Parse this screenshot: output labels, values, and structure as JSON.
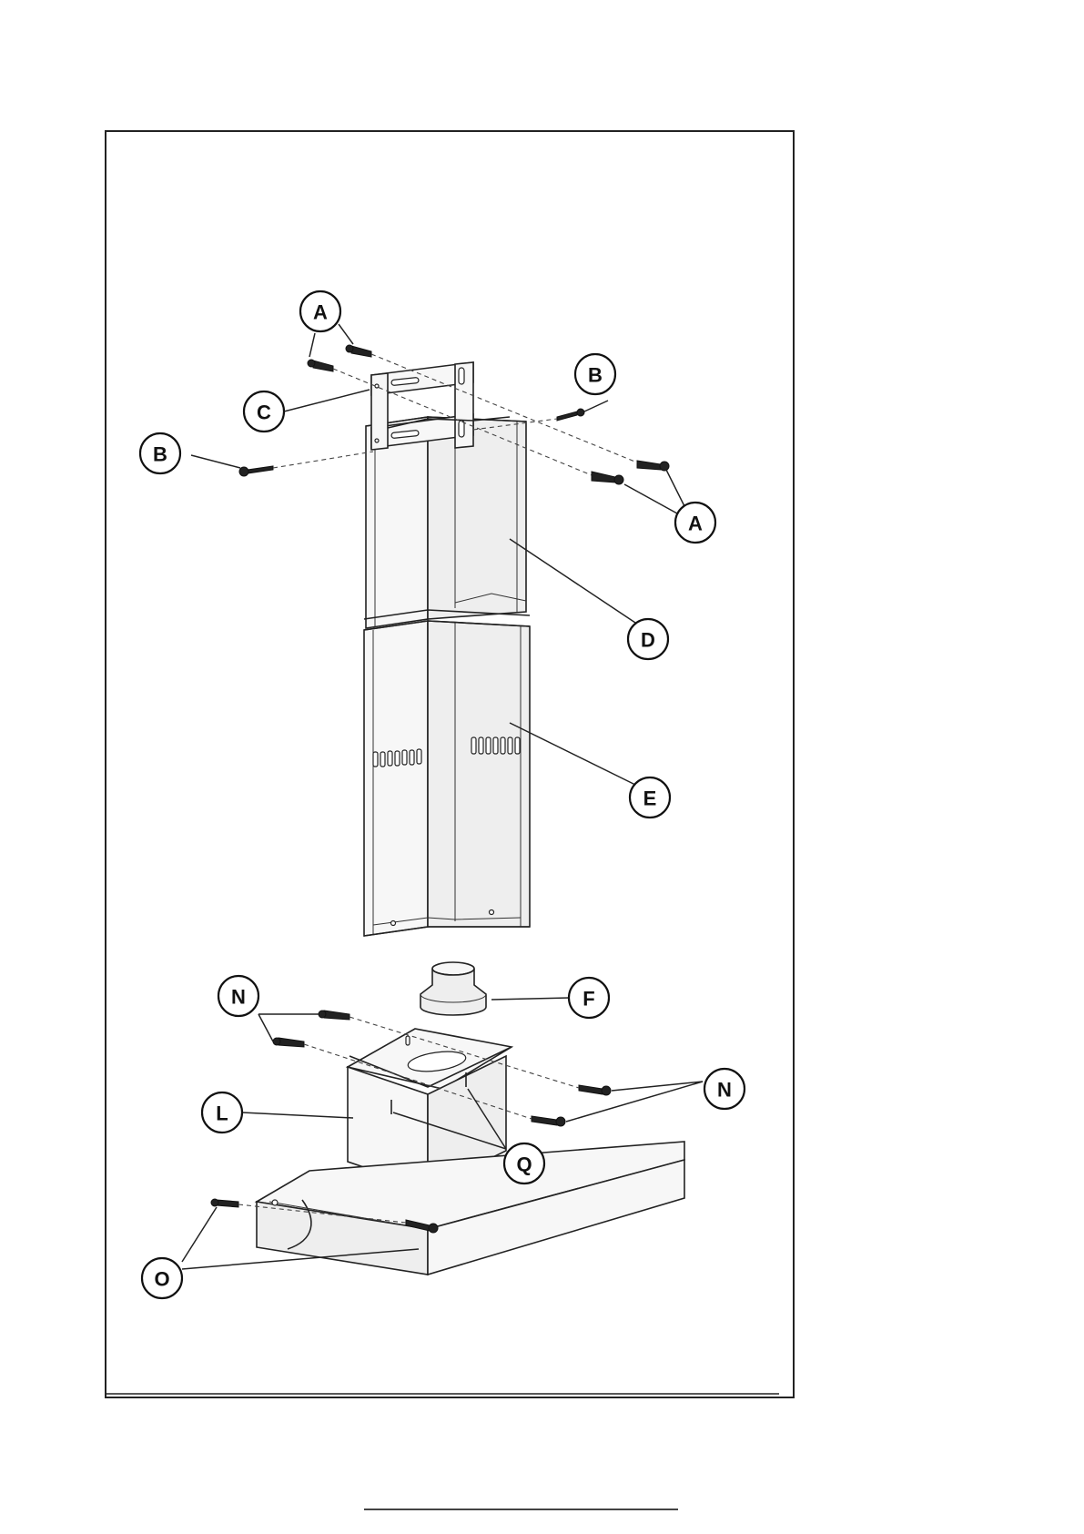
{
  "diagram": {
    "labels": {
      "a_top": "A",
      "a_right": "A",
      "b_right": "B",
      "b_left": "B",
      "c": "C",
      "d": "D",
      "e": "E",
      "f": "F",
      "n_left": "N",
      "n_right": "N",
      "l": "L",
      "q": "Q",
      "o": "O"
    }
  }
}
